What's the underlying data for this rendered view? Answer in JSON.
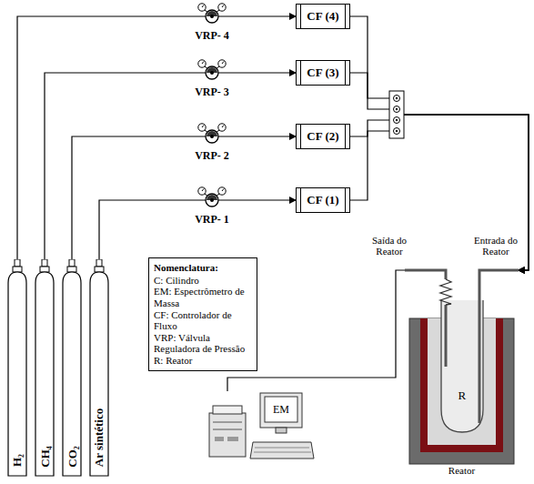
{
  "diagram": {
    "nodes": [
      {
        "text": [
          "VRP- 4"
        ]
      },
      {
        "text": [
          "CF (4)"
        ]
      },
      {
        "text": [
          "VRP- 3"
        ]
      },
      {
        "text": [
          "CF (3)"
        ]
      },
      {
        "text": [
          "VRP- 2"
        ]
      },
      {
        "text": [
          "CF (2)"
        ]
      },
      {
        "text": [
          "VRP- 1"
        ]
      },
      {
        "text": [
          "CF (1)"
        ]
      },
      {
        "text": [
          "R",
          "Reator"
        ]
      },
      {
        "text": [
          "Nomenclatura:",
          "C: Cilindro",
          "EM: Espectrômetro de Massa",
          "CF: Controlador de Fluxo",
          "VRP: Válvula Reguladora de Pressão",
          "R: Reator"
        ]
      },
      {
        "text": [
          "H₂"
        ]
      },
      {
        "text": [
          "CH₄"
        ]
      },
      {
        "text": [
          "CO₂"
        ]
      },
      {
        "text": [
          "Ar sintético"
        ]
      },
      {
        "text": [
          "EM"
        ]
      }
    ],
    "edges": [
      {
        "from": 10,
        "to": 0,
        "arrow": "none"
      },
      {
        "from": 0,
        "to": 1,
        "arrow": "to"
      },
      {
        "from": 11,
        "to": 2,
        "arrow": "none"
      },
      {
        "from": 2,
        "to": 3,
        "arrow": "to"
      },
      {
        "from": 12,
        "to": 4,
        "arrow": "none"
      },
      {
        "from": 4,
        "to": 5,
        "arrow": "to"
      },
      {
        "from": 13,
        "to": 6,
        "arrow": "none"
      },
      {
        "from": 6,
        "to": 7,
        "arrow": "to"
      },
      {
        "from": 1,
        "to": 8,
        "arrow": "to"
      },
      {
        "from": 3,
        "to": 8,
        "arrow": "to"
      },
      {
        "from": 5,
        "to": 8,
        "arrow": "to"
      },
      {
        "from": 7,
        "to": 8,
        "arrow": "to"
      },
      {
        "from": 8,
        "to": 14,
        "arrow": "none"
      }
    ],
    "labels": [
      "Saída do Reator",
      "Entrada do Reator"
    ]
  }
}
